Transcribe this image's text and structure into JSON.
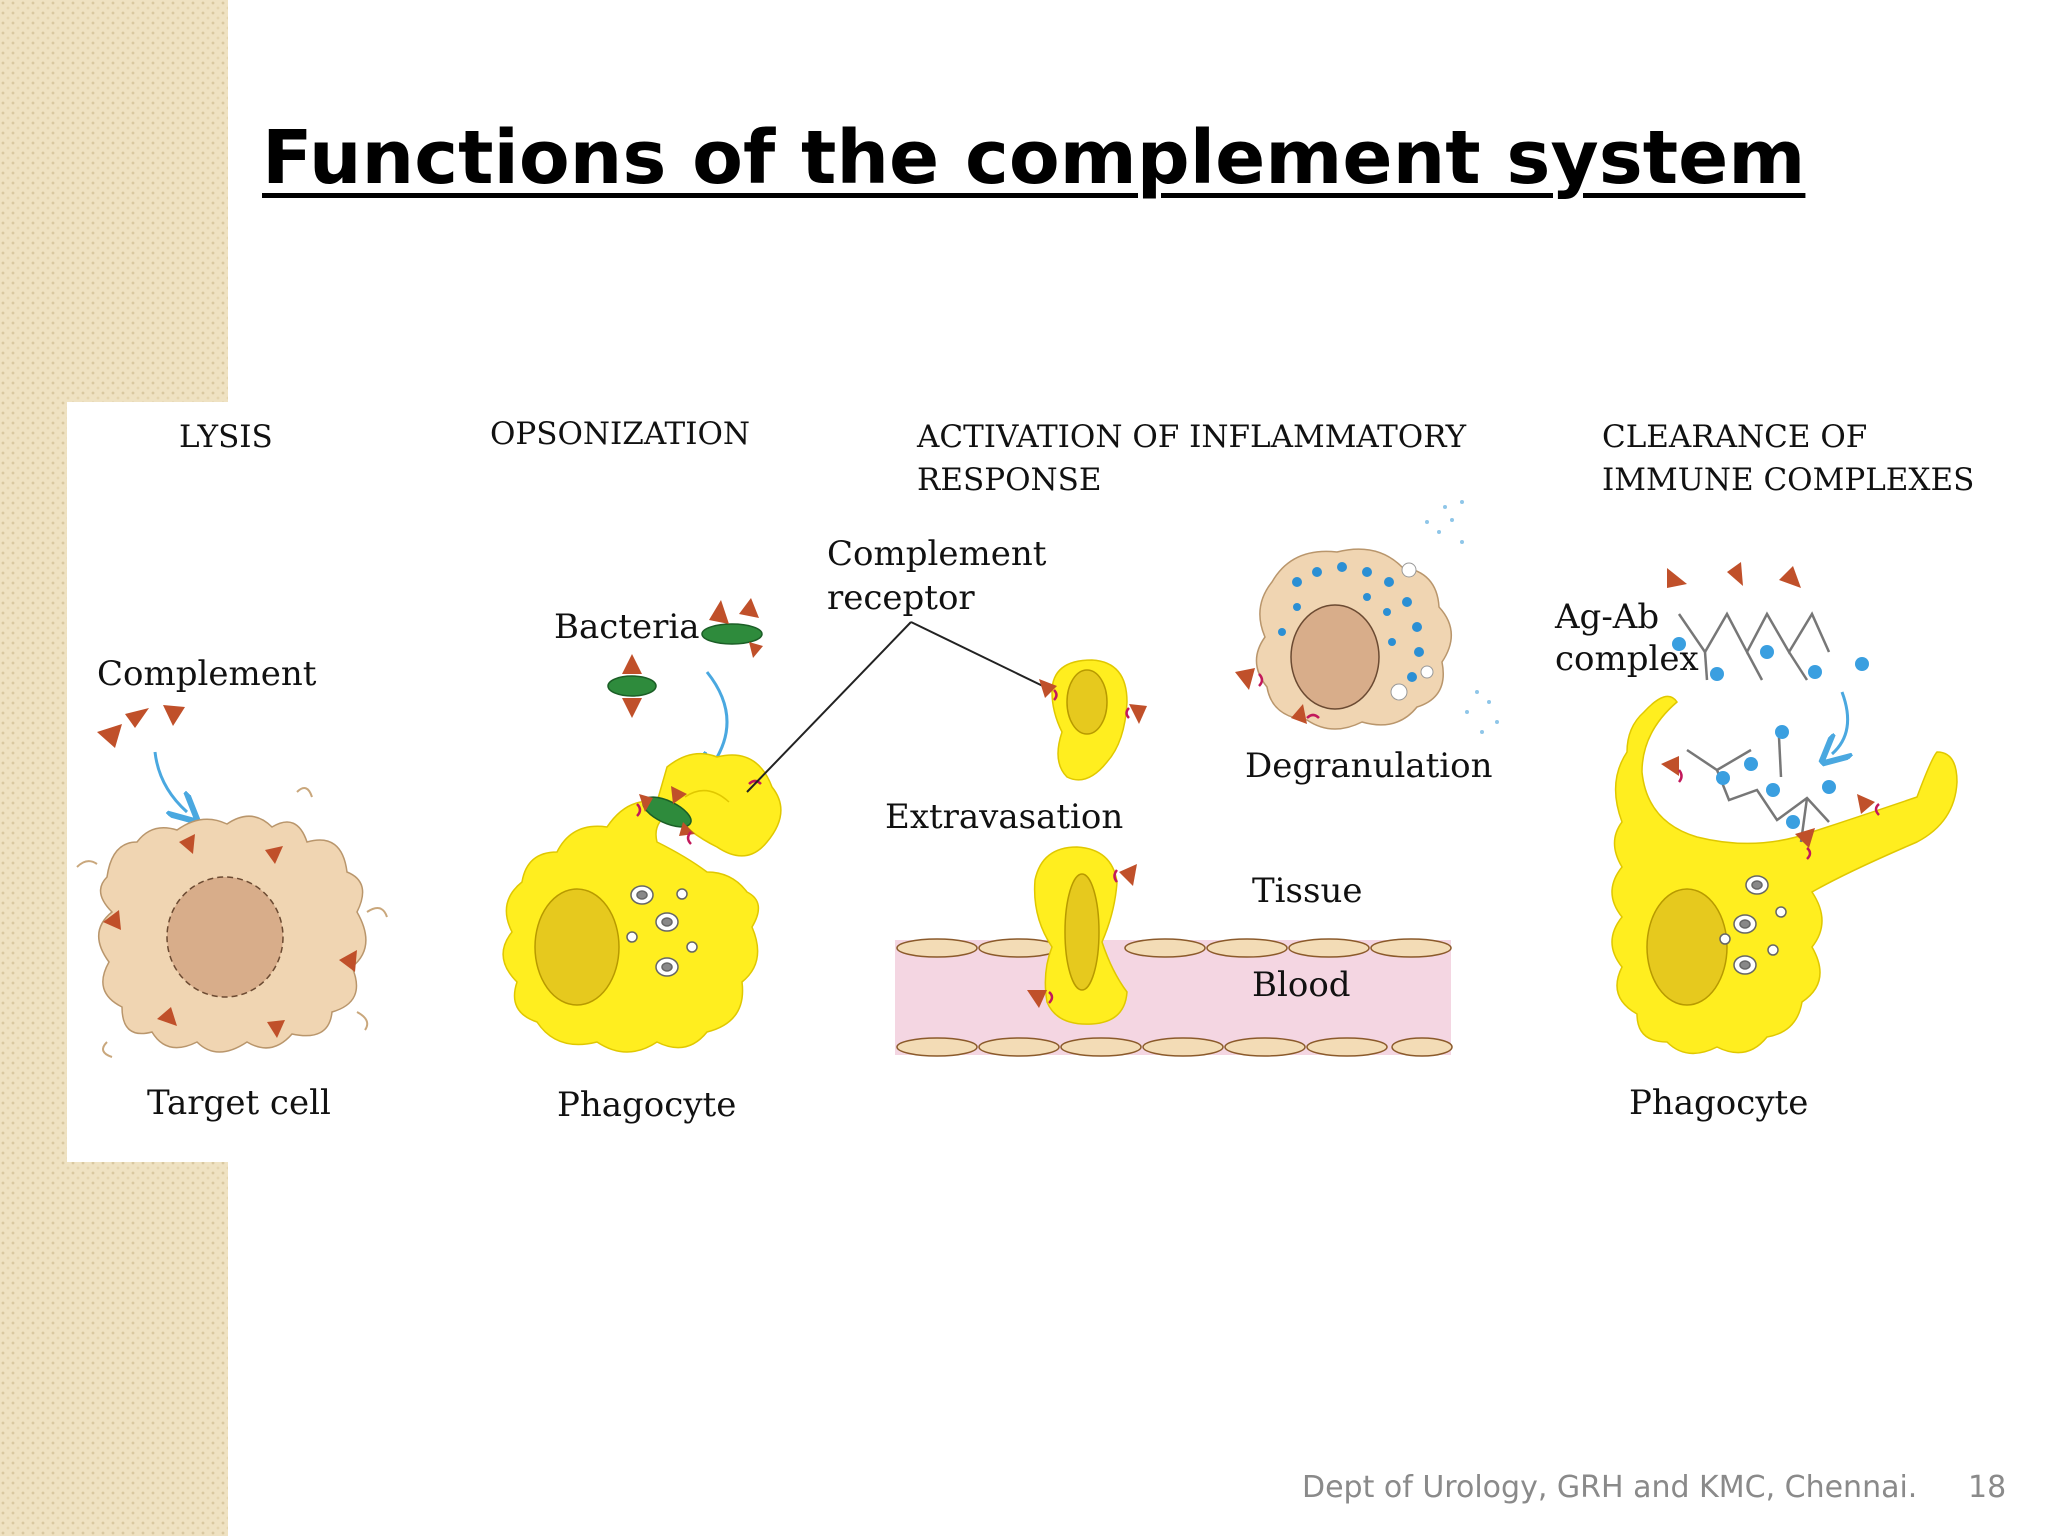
{
  "slide": {
    "title": "Functions of the complement system",
    "footer": "Dept of Urology, GRH and KMC, Chennai.",
    "page_number": "18"
  },
  "figure": {
    "panels": [
      {
        "heading_lines": [
          "LYSIS"
        ],
        "labels": [
          "Complement",
          "Target cell"
        ]
      },
      {
        "heading_lines": [
          "OPSONIZATION"
        ],
        "labels": [
          "Bacteria",
          "Phagocyte"
        ]
      },
      {
        "heading_lines": [
          "ACTIVATION OF INFLAMMATORY",
          "RESPONSE"
        ],
        "labels": [
          "Complement",
          "receptor",
          "Degranulation",
          "Extravasation",
          "Tissue",
          "Blood"
        ]
      },
      {
        "heading_lines": [
          "CLEARANCE OF",
          "IMMUNE COMPLEXES"
        ],
        "labels": [
          "Ag-Ab",
          "complex",
          "Phagocyte"
        ]
      }
    ],
    "colors": {
      "phagocyte": "#ffee1f",
      "nucleus": "#e6c91e",
      "complement": "#c0502a",
      "bacteria": "#2e8b3c",
      "receptor": "#c2185b",
      "target_cell": "#f0d5b2",
      "target_nucleus": "#d8ad8a",
      "blood": "#f4d6e2",
      "vessel_cell": "#f3dcb6",
      "arrow": "#4aa8e0",
      "antigen": "#3a9fe0"
    }
  }
}
